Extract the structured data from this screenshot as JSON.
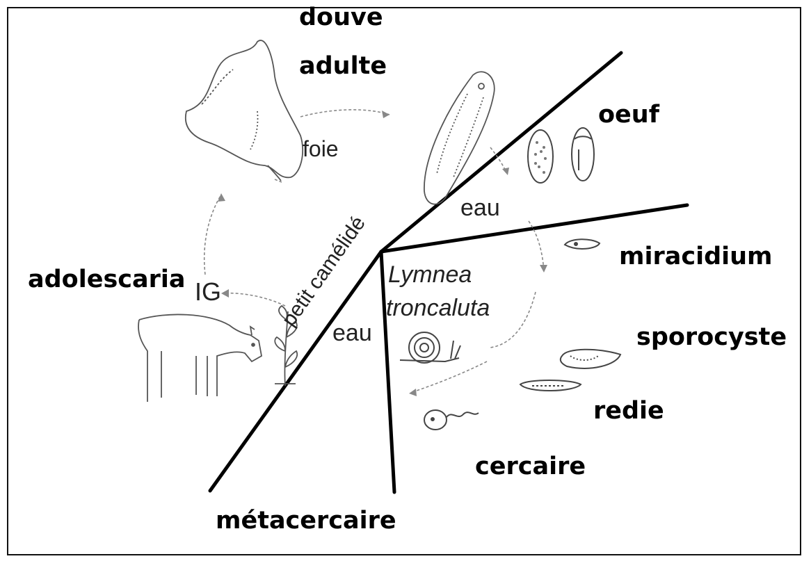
{
  "diagram": {
    "labels": {
      "douve_line1": "douve",
      "douve_line2": "adulte",
      "oeuf": "oeuf",
      "foie": "foie",
      "eau_upper": "eau",
      "eau_lower": "eau",
      "miracidium": "miracidium",
      "host": "petit camélidé",
      "snail_line1": "Lymnea",
      "snail_line2": "troncaluta",
      "adolescaria": "adolescaria",
      "ig": "IG",
      "sporocyste": "sporocyste",
      "redie": "redie",
      "cercaire": "cercaire",
      "metacercaire": "métacercaire"
    },
    "colors": {
      "line": "#000000",
      "sketch": "#555555",
      "arrow": "#888888"
    }
  }
}
